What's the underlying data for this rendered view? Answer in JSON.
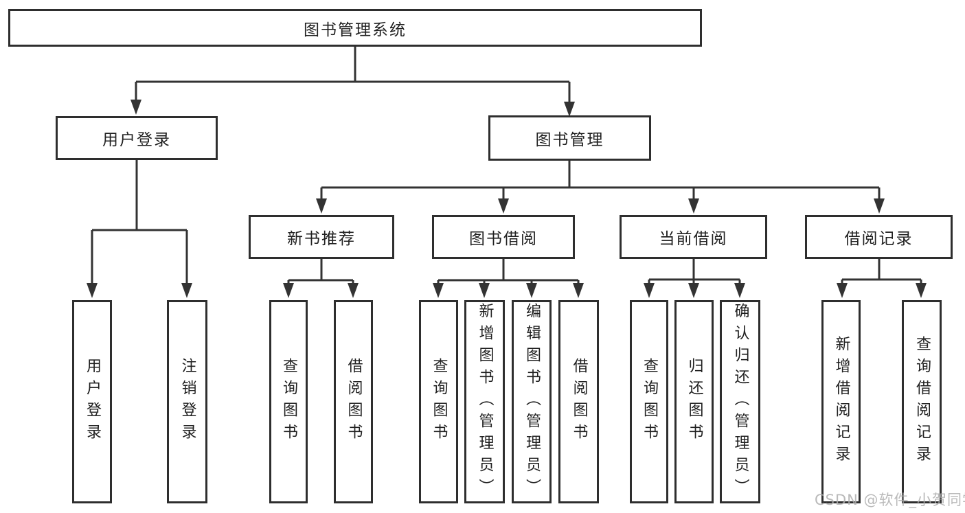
{
  "diagram": {
    "root": "图书管理系统",
    "branches": [
      {
        "label": "用户登录",
        "leaves": [
          "用户登录",
          "注销登录"
        ]
      },
      {
        "label": "图书管理",
        "groups": [
          {
            "label": "新书推荐",
            "leaves": [
              "查询图书",
              "借阅图书"
            ]
          },
          {
            "label": "图书借阅",
            "leaves": [
              "查询图书",
              "新增图书（管理员）",
              "编辑图书（管理员）",
              "借阅图书"
            ]
          },
          {
            "label": "当前借阅",
            "leaves": [
              "查询图书",
              "归还图书",
              "确认归还（管理员）"
            ]
          },
          {
            "label": "借阅记录",
            "leaves": [
              "新增借阅记录",
              "查询借阅记录"
            ]
          }
        ]
      }
    ]
  },
  "watermark": "CSDN @软件_小贺同学",
  "colors": {
    "background": "#ffffff",
    "box_fill": "#ffffff",
    "box_border": "#2e2e2e",
    "connector_line": "#333333",
    "text": "#212121",
    "watermark_text": "#afafaf"
  }
}
